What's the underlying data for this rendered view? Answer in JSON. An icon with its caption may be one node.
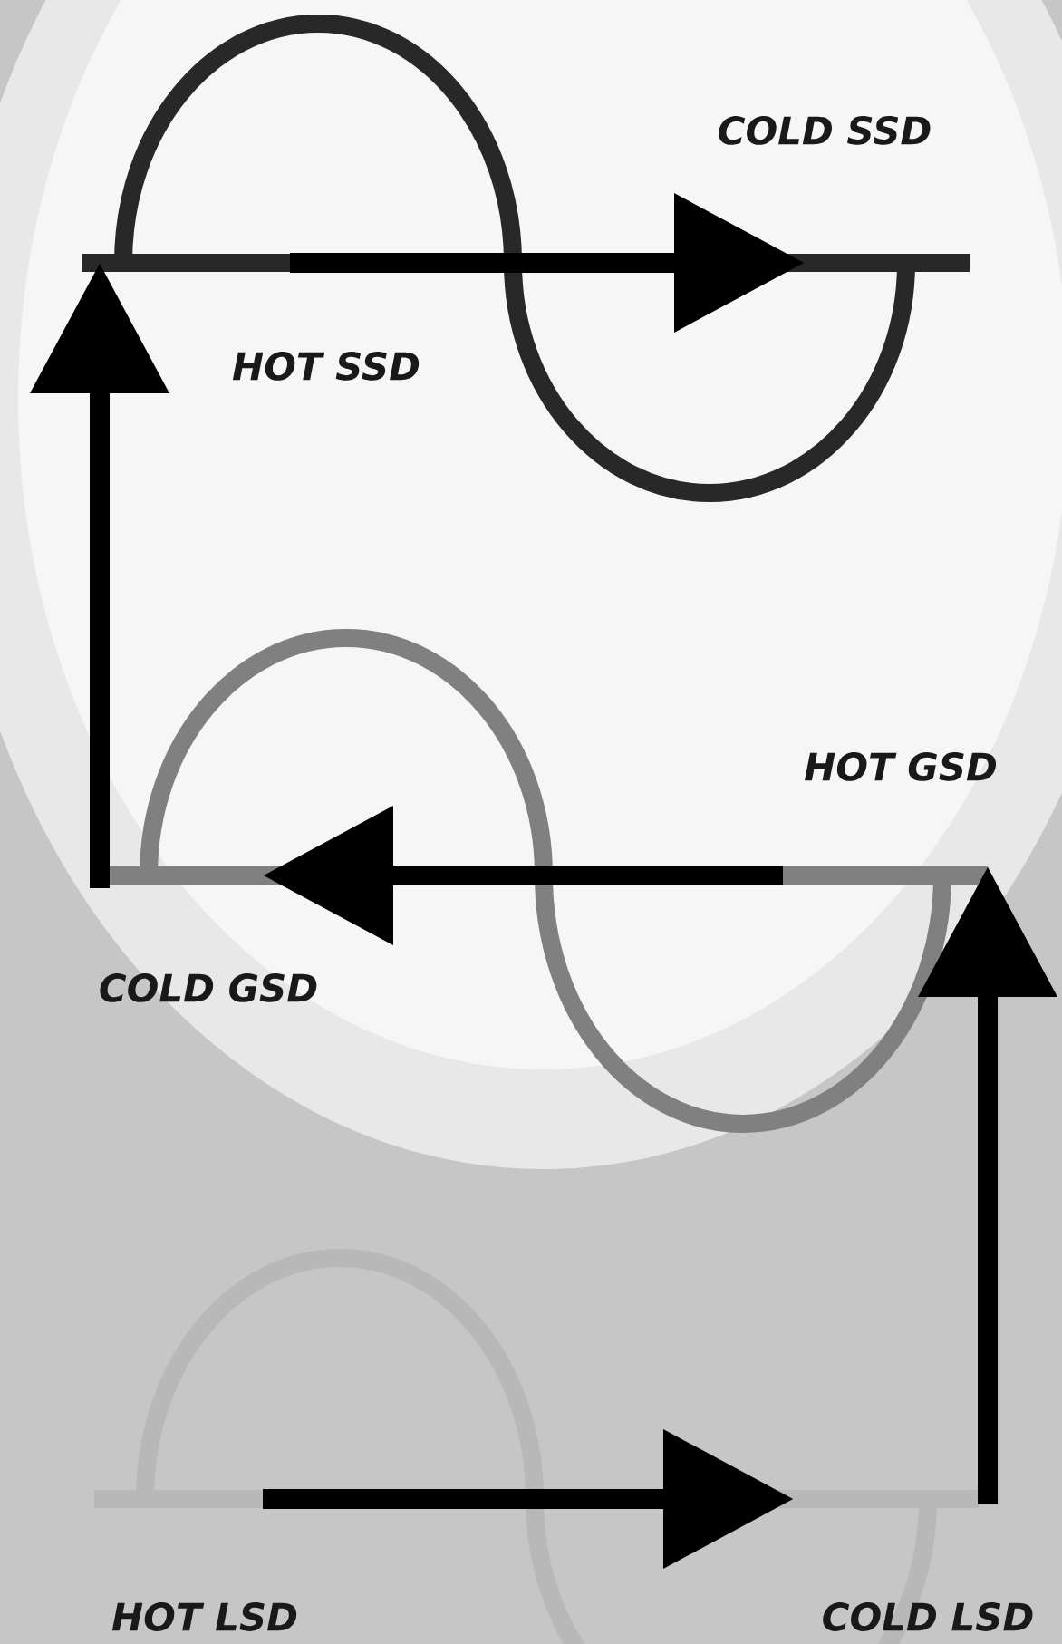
{
  "diagram": {
    "nodes": [
      {
        "text": [
          "COLD SSD"
        ]
      },
      {
        "text": [
          "HOT SSD"
        ]
      },
      {
        "text": [
          "HOT GSD"
        ]
      },
      {
        "text": [
          "COLD GSD"
        ]
      },
      {
        "text": [
          "HOT LSD"
        ]
      },
      {
        "text": [
          "COLD LSD"
        ]
      }
    ],
    "edges": [
      {
        "from": 4,
        "to": 5,
        "arrow": "to"
      },
      {
        "from": 5,
        "to": 2,
        "arrow": "to"
      },
      {
        "from": 2,
        "to": 3,
        "arrow": "to"
      },
      {
        "from": 3,
        "to": 1,
        "arrow": "to"
      },
      {
        "from": 1,
        "to": 0,
        "arrow": "to"
      }
    ]
  }
}
